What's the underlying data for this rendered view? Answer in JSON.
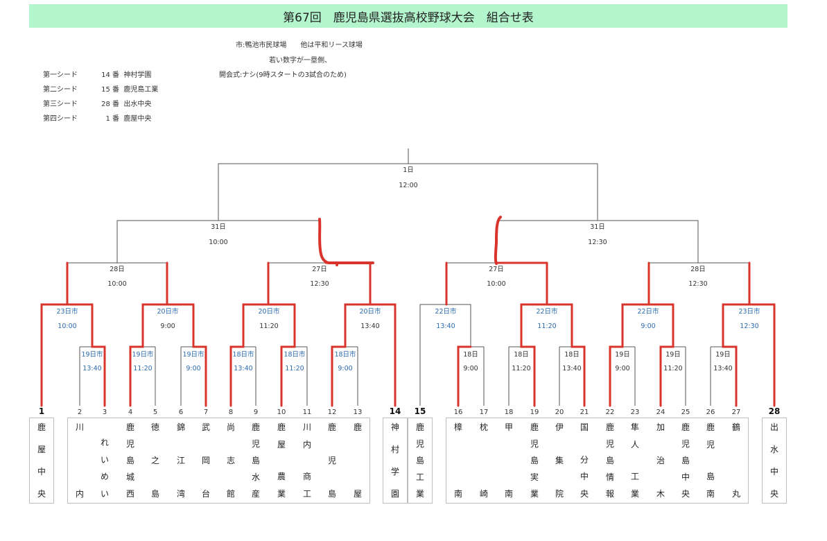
{
  "title": "第67回　鹿児島県選抜高校野球大会　組合せ表",
  "notes": [
    "市:鴨池市民球場　　他は平和リース球場",
    "若い数字が一塁側、",
    "開会式:ナシ(9時スタートの3試合のため)"
  ],
  "seeds": [
    {
      "label": "第一シード",
      "num": "14 番",
      "team": "神村学園"
    },
    {
      "label": "第二シード",
      "num": "15 番",
      "team": "鹿児島工業"
    },
    {
      "label": "第三シード",
      "num": "28 番",
      "team": "出水中央"
    },
    {
      "label": "第四シード",
      "num": "1 番",
      "team": "鹿屋中央"
    }
  ],
  "games": {
    "final": {
      "date": "1日",
      "time": "12:00"
    },
    "semi_left": {
      "date": "31日",
      "time": "10:00"
    },
    "semi_right": {
      "date": "31日",
      "time": "12:30"
    },
    "qf1": {
      "date": "28日",
      "time": "10:00"
    },
    "qf2": {
      "date": "27日",
      "time": "12:30"
    },
    "qf3": {
      "date": "27日",
      "time": "10:00"
    },
    "qf4": {
      "date": "28日",
      "time": "12:30"
    },
    "r3_1": {
      "date": "23日市",
      "time": "10:00"
    },
    "r3_2": {
      "date": "20日市",
      "time": "9:00"
    },
    "r3_3": {
      "date": "20日市",
      "time": "11:20"
    },
    "r3_4": {
      "date": "20日市",
      "time": "13:40"
    },
    "r3_5": {
      "date": "22日市",
      "time": "13:40"
    },
    "r3_6": {
      "date": "22日市",
      "time": "11:20"
    },
    "r3_7": {
      "date": "22日市",
      "time": "9:00"
    },
    "r3_8": {
      "date": "23日市",
      "time": "12:30"
    },
    "r1_a": {
      "date": "19日市",
      "time": "13:40"
    },
    "r1_b": {
      "date": "19日市",
      "time": "11:20"
    },
    "r1_c": {
      "date": "19日市",
      "time": "9:00"
    },
    "r1_d": {
      "date": "18日市",
      "time": "13:40"
    },
    "r1_e": {
      "date": "18日市",
      "time": "11:20"
    },
    "r1_f": {
      "date": "18日市",
      "time": "9:00"
    },
    "r1_g": {
      "date": "18日",
      "time": "9:00"
    },
    "r1_h": {
      "date": "18日",
      "time": "11:20"
    },
    "r1_i": {
      "date": "18日",
      "time": "13:40"
    },
    "r1_j": {
      "date": "19日",
      "time": "9:00"
    },
    "r1_k": {
      "date": "19日",
      "time": "11:20"
    },
    "r1_l": {
      "date": "19日",
      "time": "13:40"
    }
  },
  "teams": [
    {
      "num": "1",
      "name": "鹿屋中央",
      "top": [
        "鹿",
        "屋",
        "中",
        "央"
      ]
    },
    {
      "num": "2",
      "name": "川内",
      "top": [
        "川",
        "",
        "",
        "",
        "内"
      ]
    },
    {
      "num": "3",
      "name": "れいめい",
      "top": [
        "",
        "れ",
        "い",
        "め",
        "い"
      ]
    },
    {
      "num": "4",
      "name": "鹿児島城西",
      "top": [
        "鹿",
        "児",
        "島",
        "城",
        "西"
      ]
    },
    {
      "num": "5",
      "name": "徳之島",
      "top": [
        "徳",
        "",
        "之",
        "",
        "島"
      ]
    },
    {
      "num": "6",
      "name": "錦江湾",
      "top": [
        "錦",
        "",
        "江",
        "",
        "湾"
      ]
    },
    {
      "num": "7",
      "name": "武岡台",
      "top": [
        "武",
        "",
        "岡",
        "",
        "台"
      ]
    },
    {
      "num": "8",
      "name": "尚志館",
      "top": [
        "尚",
        "",
        "志",
        "",
        "館"
      ]
    },
    {
      "num": "9",
      "name": "鹿児島水産",
      "top": [
        "鹿",
        "児",
        "島",
        "水",
        "産"
      ]
    },
    {
      "num": "10",
      "name": "鹿屋農業",
      "top": [
        "鹿",
        "屋",
        "",
        "農",
        "業"
      ]
    },
    {
      "num": "11",
      "name": "川内商工",
      "top": [
        "川",
        "内",
        "",
        "商",
        "工"
      ]
    },
    {
      "num": "12",
      "name": "鹿児島",
      "top": [
        "鹿",
        "",
        "児",
        "",
        "島"
      ]
    },
    {
      "num": "13",
      "name": "鹿屋",
      "top": [
        "鹿",
        "",
        "",
        "",
        "屋"
      ]
    },
    {
      "num": "14",
      "name": "神村学園",
      "top": [
        "神",
        "村",
        "学",
        "園"
      ]
    },
    {
      "num": "15",
      "name": "鹿児島工業",
      "top": [
        "鹿",
        "児",
        "島",
        "工",
        "業"
      ]
    },
    {
      "num": "16",
      "name": "樟南",
      "top": [
        "樟",
        "",
        "",
        "",
        "南"
      ]
    },
    {
      "num": "17",
      "name": "枕崎",
      "top": [
        "枕",
        "",
        "",
        "",
        "崎"
      ]
    },
    {
      "num": "18",
      "name": "甲南",
      "top": [
        "甲",
        "",
        "",
        "",
        "南"
      ]
    },
    {
      "num": "19",
      "name": "鹿児島実業",
      "top": [
        "鹿",
        "児",
        "島",
        "実",
        "業"
      ]
    },
    {
      "num": "20",
      "name": "伊集院",
      "top": [
        "伊",
        "",
        "集",
        "",
        "院"
      ]
    },
    {
      "num": "21",
      "name": "国分中央",
      "top": [
        "国",
        "",
        "分",
        "中",
        "央"
      ]
    },
    {
      "num": "22",
      "name": "鹿児島情報",
      "top": [
        "鹿",
        "児",
        "島",
        "情",
        "報"
      ]
    },
    {
      "num": "23",
      "name": "隼人工業",
      "top": [
        "隼",
        "人",
        "",
        "工",
        "業"
      ]
    },
    {
      "num": "24",
      "name": "加治木",
      "top": [
        "加",
        "",
        "治",
        "",
        "木"
      ]
    },
    {
      "num": "25",
      "name": "鹿児島中央",
      "top": [
        "鹿",
        "児",
        "島",
        "中",
        "央"
      ]
    },
    {
      "num": "26",
      "name": "鹿児島南",
      "top": [
        "鹿",
        "児",
        "",
        "島",
        "南"
      ]
    },
    {
      "num": "27",
      "name": "鶴丸",
      "top": [
        "鶴",
        "",
        "",
        "",
        "丸"
      ]
    },
    {
      "num": "28",
      "name": "出水中央",
      "top": [
        "出",
        "水",
        "中",
        "央"
      ]
    }
  ],
  "colors": {
    "header_bg": "#b3f5cc",
    "line": "#555555",
    "highlight": "#d9342b",
    "venue_text": "#2a6bb0"
  }
}
